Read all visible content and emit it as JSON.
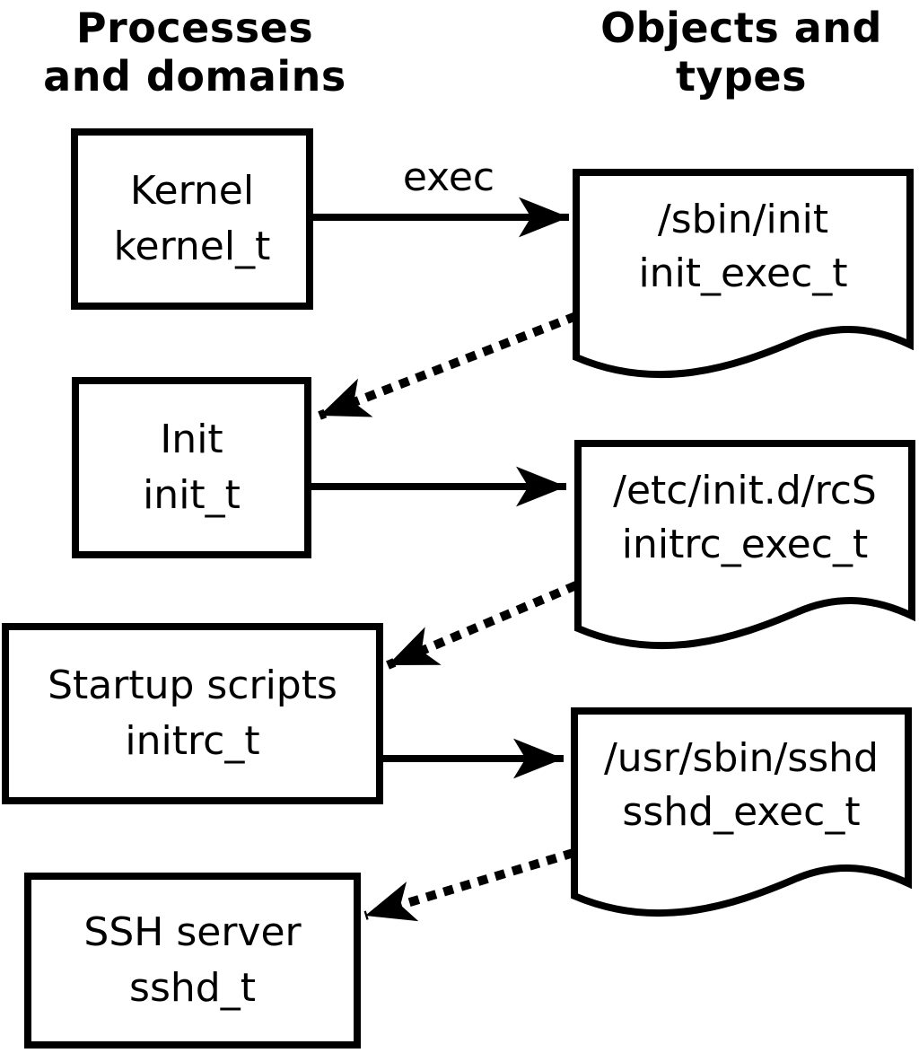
{
  "headers": {
    "left": "Processes\nand domains",
    "right": "Objects and\ntypes"
  },
  "labels": {
    "exec": "exec"
  },
  "processes": [
    {
      "name": "Kernel",
      "type": "kernel_t"
    },
    {
      "name": "Init",
      "type": "init_t"
    },
    {
      "name": "Startup scripts",
      "type": "initrc_t"
    },
    {
      "name": "SSH server",
      "type": "sshd_t"
    }
  ],
  "objects": [
    {
      "path": "/sbin/init",
      "type": "init_exec_t"
    },
    {
      "path": "/etc/init.d/rcS",
      "type": "initrc_exec_t"
    },
    {
      "path": "/usr/sbin/sshd",
      "type": "sshd_exec_t"
    }
  ],
  "colors": {
    "foreground": "#000000",
    "background": "#ffffff"
  }
}
